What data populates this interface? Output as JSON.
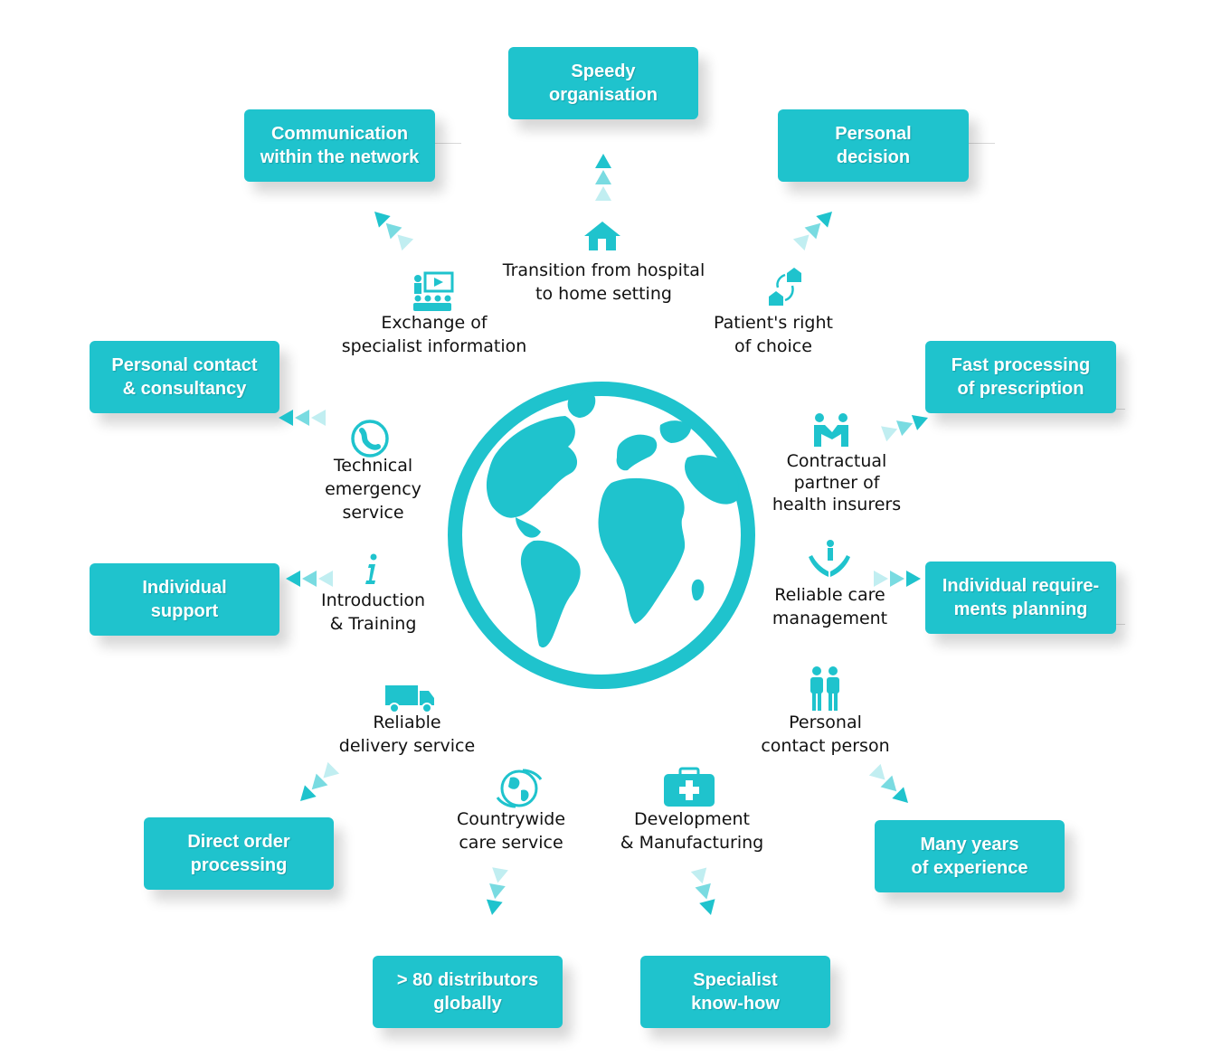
{
  "colors": {
    "accent": "#1fc3cd",
    "text": "#111111"
  },
  "boxes": {
    "speedy": "Speedy\norganisation",
    "communication": "Communication\nwithin the network",
    "personal_decision": "Personal\ndecision",
    "personal_contact": "Personal contact\n& consultancy",
    "fast_processing": "Fast processing\nof prescription",
    "individual_support": "Individual\nsupport",
    "requirements": "Individual require-\nments planning",
    "direct_order": "Direct order\nprocessing",
    "many_years": "Many years\nof experience",
    "distributors": "> 80 distributors\nglobally",
    "know_how": "Specialist\nknow-how"
  },
  "labels": {
    "transition": "Transition from hospital\nto home setting",
    "exchange": "Exchange of\nspecialist information",
    "patient": "Patient's right\nof choice",
    "emergency": "Technical\nemergency\nservice",
    "contractual": "Contractual\npartner of\nhealth insurers",
    "training": "Introduction\n& Training",
    "care_mgmt": "Reliable care\nmanagement",
    "delivery": "Reliable\ndelivery service",
    "contact_person": "Personal\ncontact person",
    "countrywide": "Countrywide\ncare service",
    "development": "Development\n& Manufacturing"
  },
  "icons": {
    "transition": "house-icon",
    "exchange": "presentation-icon",
    "patient": "home-exchange-icon",
    "emergency": "headset-icon",
    "contractual": "handshake-icon",
    "training": "info-icon",
    "care_mgmt": "care-hands-icon",
    "delivery": "truck-icon",
    "contact_person": "two-people-icon",
    "countrywide": "globe-icon",
    "development": "first-aid-case-icon",
    "center": "world-globe-icon"
  }
}
